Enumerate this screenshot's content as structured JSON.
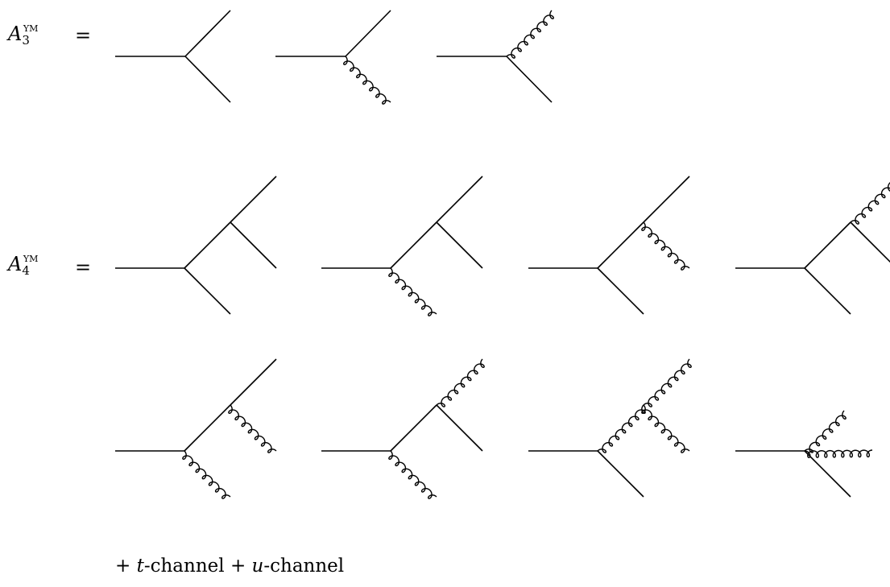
{
  "equations": [
    {
      "amplitude": "A",
      "subscript": "3",
      "superscript": "YM",
      "relation": "=",
      "diagrams": [
        {
          "kind": "cubic",
          "curly_edges": []
        },
        {
          "kind": "cubic",
          "curly_edges": [
            "lower-leg"
          ]
        },
        {
          "kind": "cubic",
          "curly_edges": [
            "upper-leg"
          ]
        }
      ]
    },
    {
      "amplitude": "A",
      "subscript": "4",
      "superscript": "YM",
      "relation": "=",
      "diagrams": [
        {
          "kind": "s-channel",
          "curly_edges": []
        },
        {
          "kind": "s-channel",
          "curly_edges": [
            "lower-leg"
          ]
        },
        {
          "kind": "s-channel",
          "curly_edges": [
            "inner-leg"
          ]
        },
        {
          "kind": "s-channel",
          "curly_edges": [
            "top-leg"
          ]
        },
        {
          "kind": "s-channel",
          "curly_edges": [
            "lower-leg",
            "inner-leg"
          ]
        },
        {
          "kind": "s-channel",
          "curly_edges": [
            "lower-leg",
            "top-leg"
          ]
        },
        {
          "kind": "s-channel",
          "curly_edges": [
            "propagator",
            "top-leg",
            "inner-leg"
          ]
        },
        {
          "kind": "contact",
          "curly_edges": [
            "upper-leg",
            "middle-leg"
          ]
        }
      ]
    }
  ],
  "footer": {
    "plus1": "+",
    "t_var": "t",
    "t_word": "-channel",
    "plus2": "+",
    "u_var": "u",
    "u_word": "-channel"
  }
}
